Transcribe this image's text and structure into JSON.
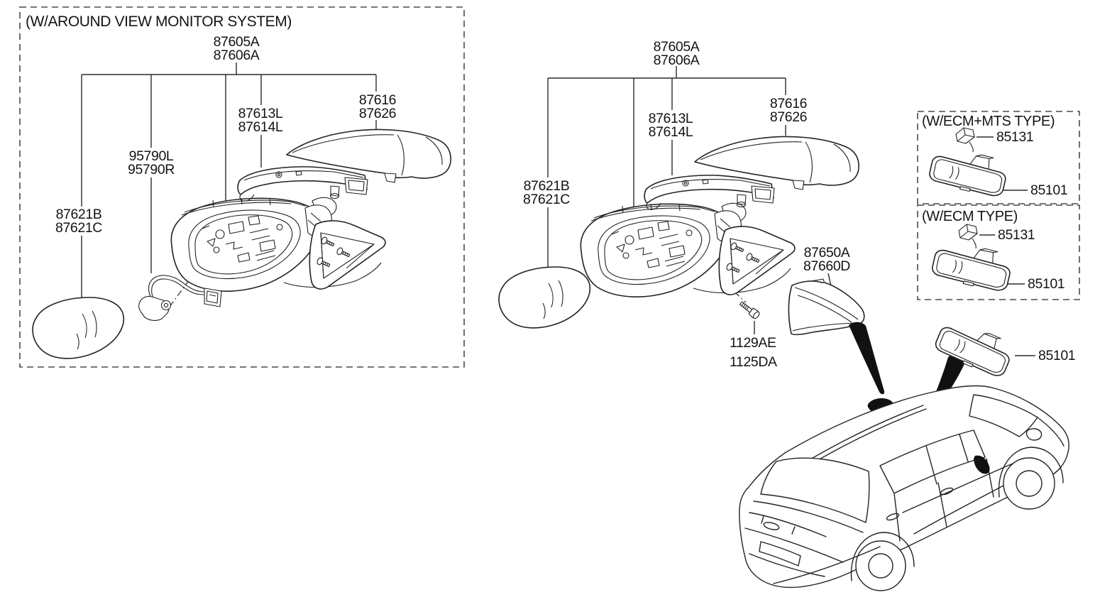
{
  "left_diagram": {
    "title": "(W/AROUND VIEW MONITOR SYSTEM)",
    "labels": {
      "mirror_assembly": [
        "87605A",
        "87606A"
      ],
      "scalp": [
        "87616",
        "87626"
      ],
      "garnish": [
        "87613L",
        "87614L"
      ],
      "camera": [
        "95790L",
        "95790R"
      ],
      "glass": [
        "87621B",
        "87621C"
      ]
    }
  },
  "right_diagram": {
    "labels": {
      "mirror_assembly": [
        "87605A",
        "87606A"
      ],
      "scalp": [
        "87616",
        "87626"
      ],
      "garnish": [
        "87613L",
        "87614L"
      ],
      "glass": [
        "87621B",
        "87621C"
      ],
      "base_cover": [
        "87650A",
        "87660D"
      ],
      "bolt_line1": "1129AE",
      "bolt_line2": "1125DA",
      "inside_mirror": "85101"
    }
  },
  "ecm_mts_box": {
    "title": "(W/ECM+MTS TYPE)",
    "labels": {
      "clip": "85131",
      "mirror": "85101"
    }
  },
  "ecm_box": {
    "title": "(W/ECM TYPE)",
    "labels": {
      "clip": "85131",
      "mirror": "85101"
    }
  }
}
